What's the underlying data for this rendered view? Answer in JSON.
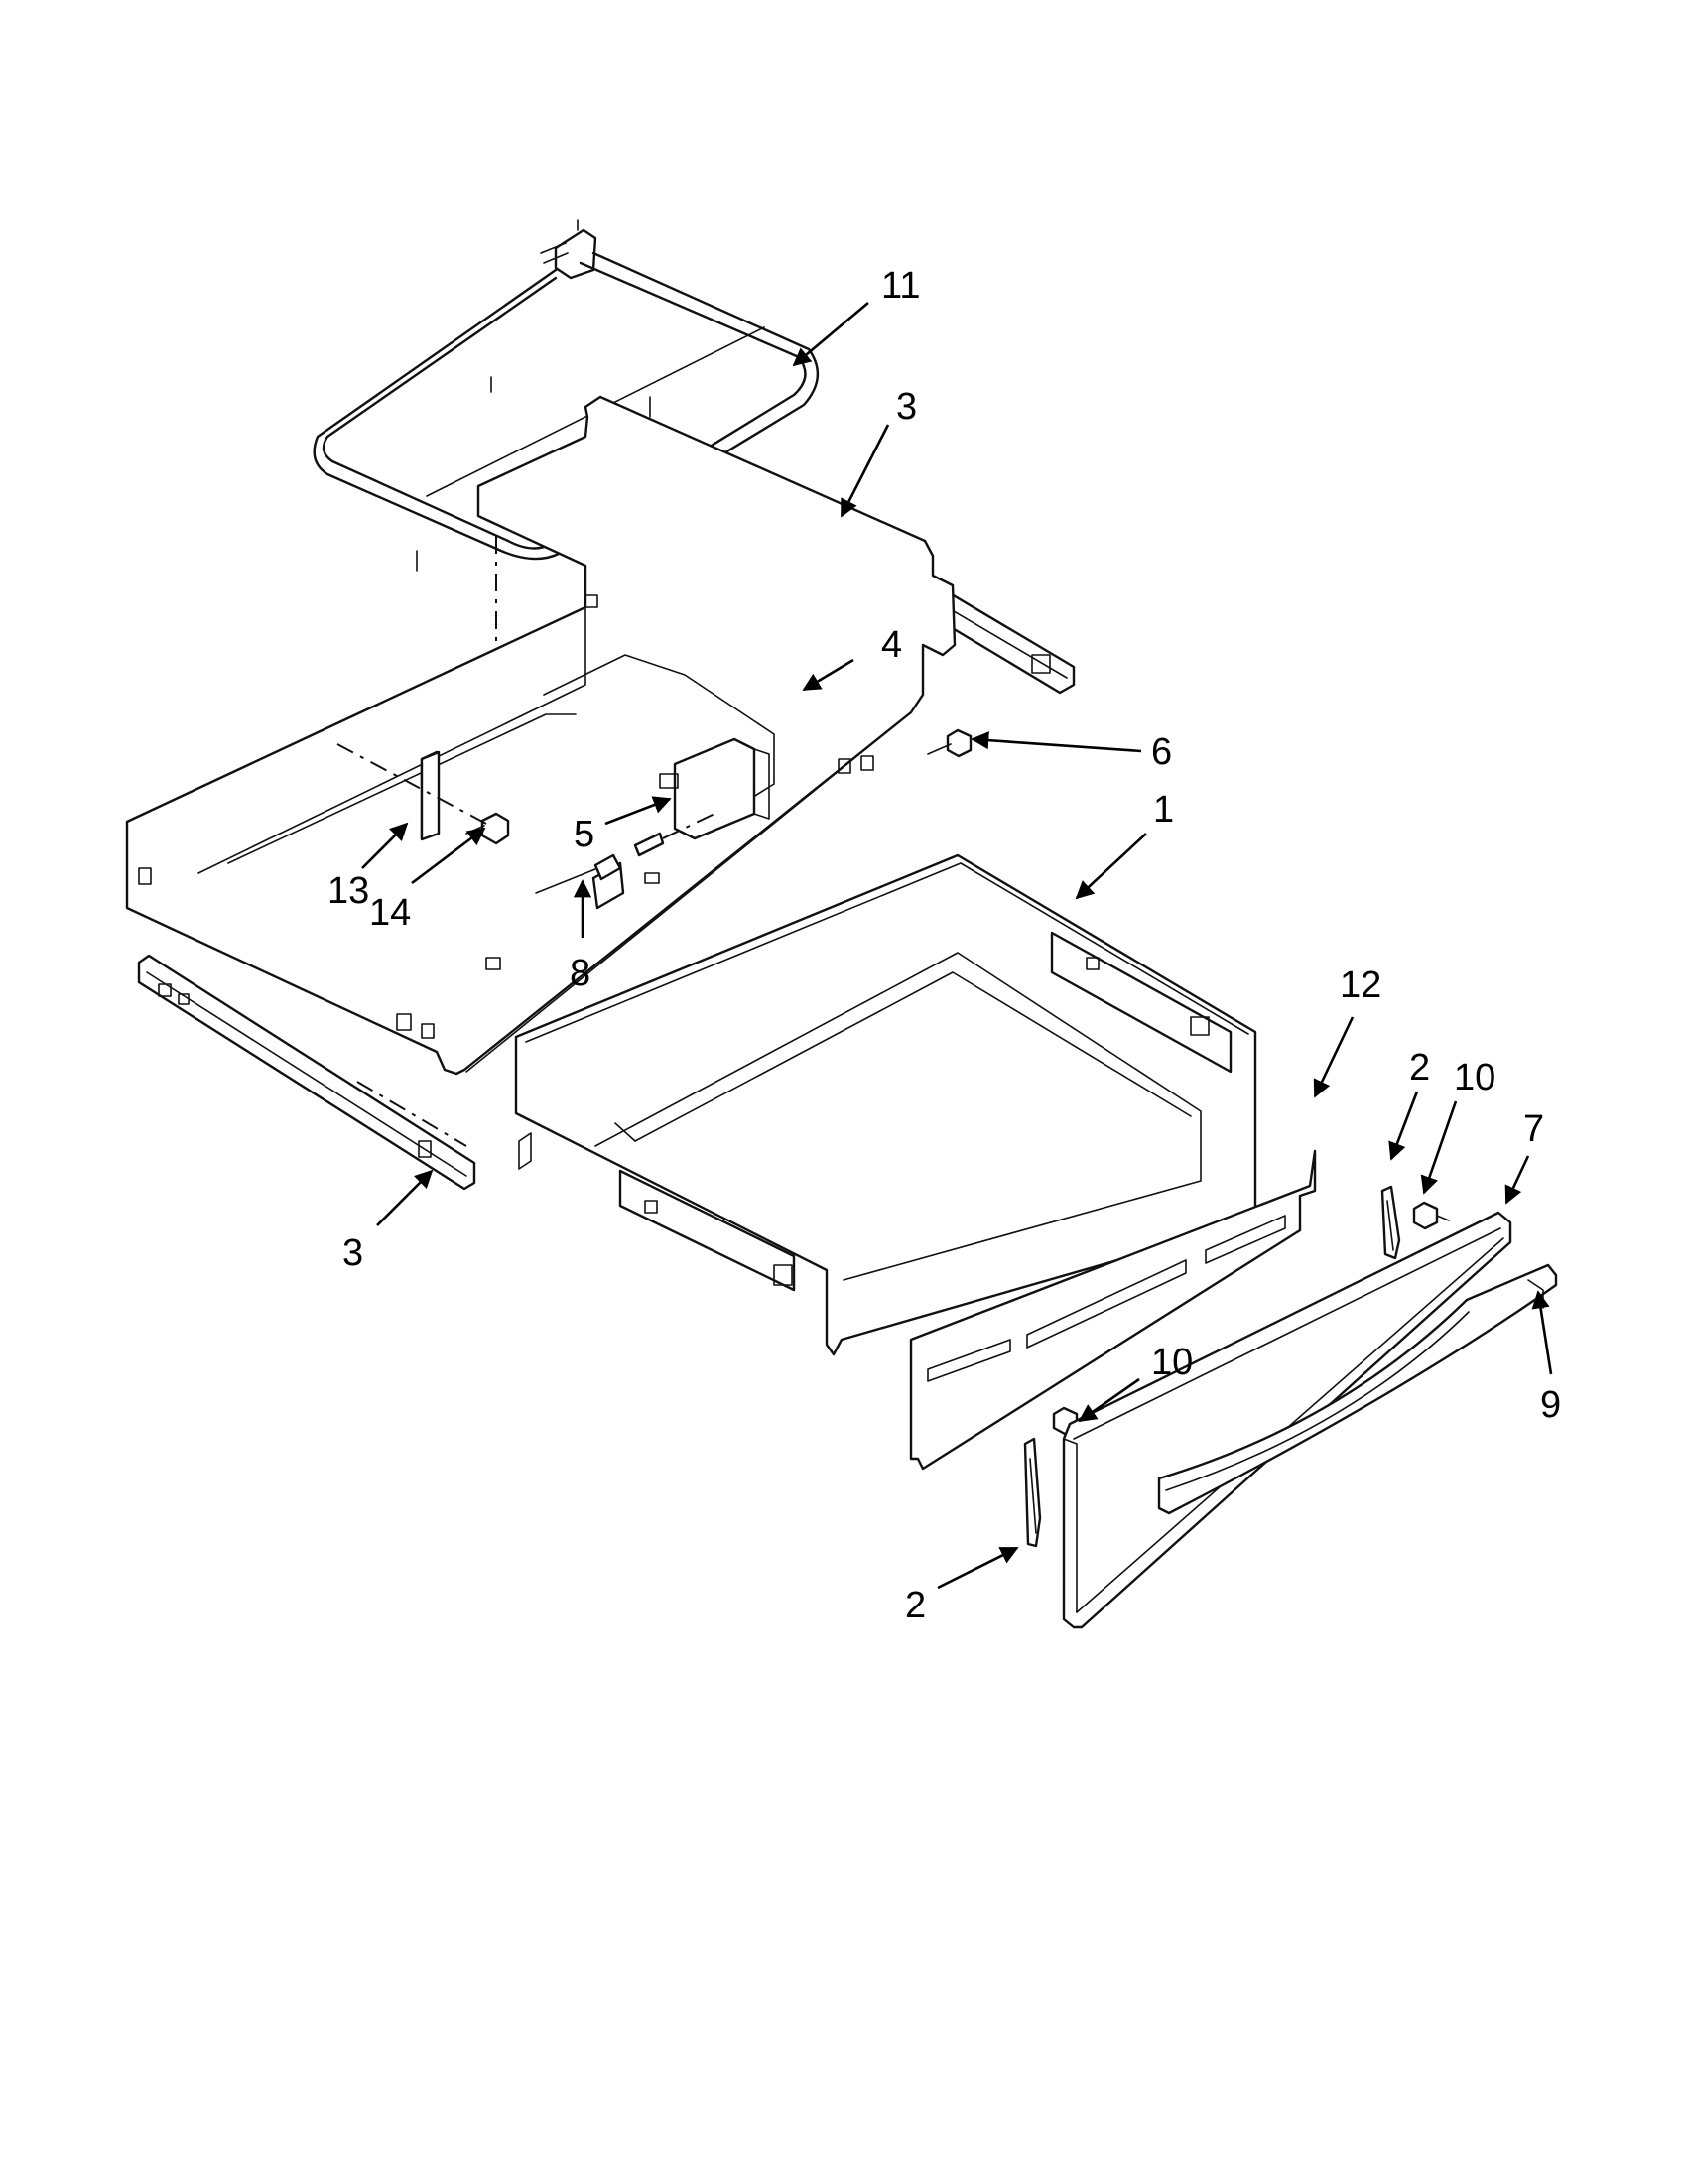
{
  "diagram": {
    "callouts": [
      {
        "id": "c11",
        "label": "11"
      },
      {
        "id": "c3a",
        "label": "3"
      },
      {
        "id": "c4",
        "label": "4"
      },
      {
        "id": "c6",
        "label": "6"
      },
      {
        "id": "c5",
        "label": "5"
      },
      {
        "id": "c1",
        "label": "1"
      },
      {
        "id": "c13",
        "label": "13"
      },
      {
        "id": "c14",
        "label": "14"
      },
      {
        "id": "c8",
        "label": "8"
      },
      {
        "id": "c12",
        "label": "12"
      },
      {
        "id": "c2a",
        "label": "2"
      },
      {
        "id": "c10a",
        "label": "10"
      },
      {
        "id": "c7",
        "label": "7"
      },
      {
        "id": "c3b",
        "label": "3"
      },
      {
        "id": "c9",
        "label": "9"
      },
      {
        "id": "c10b",
        "label": "10"
      },
      {
        "id": "c2b",
        "label": "2"
      }
    ]
  }
}
